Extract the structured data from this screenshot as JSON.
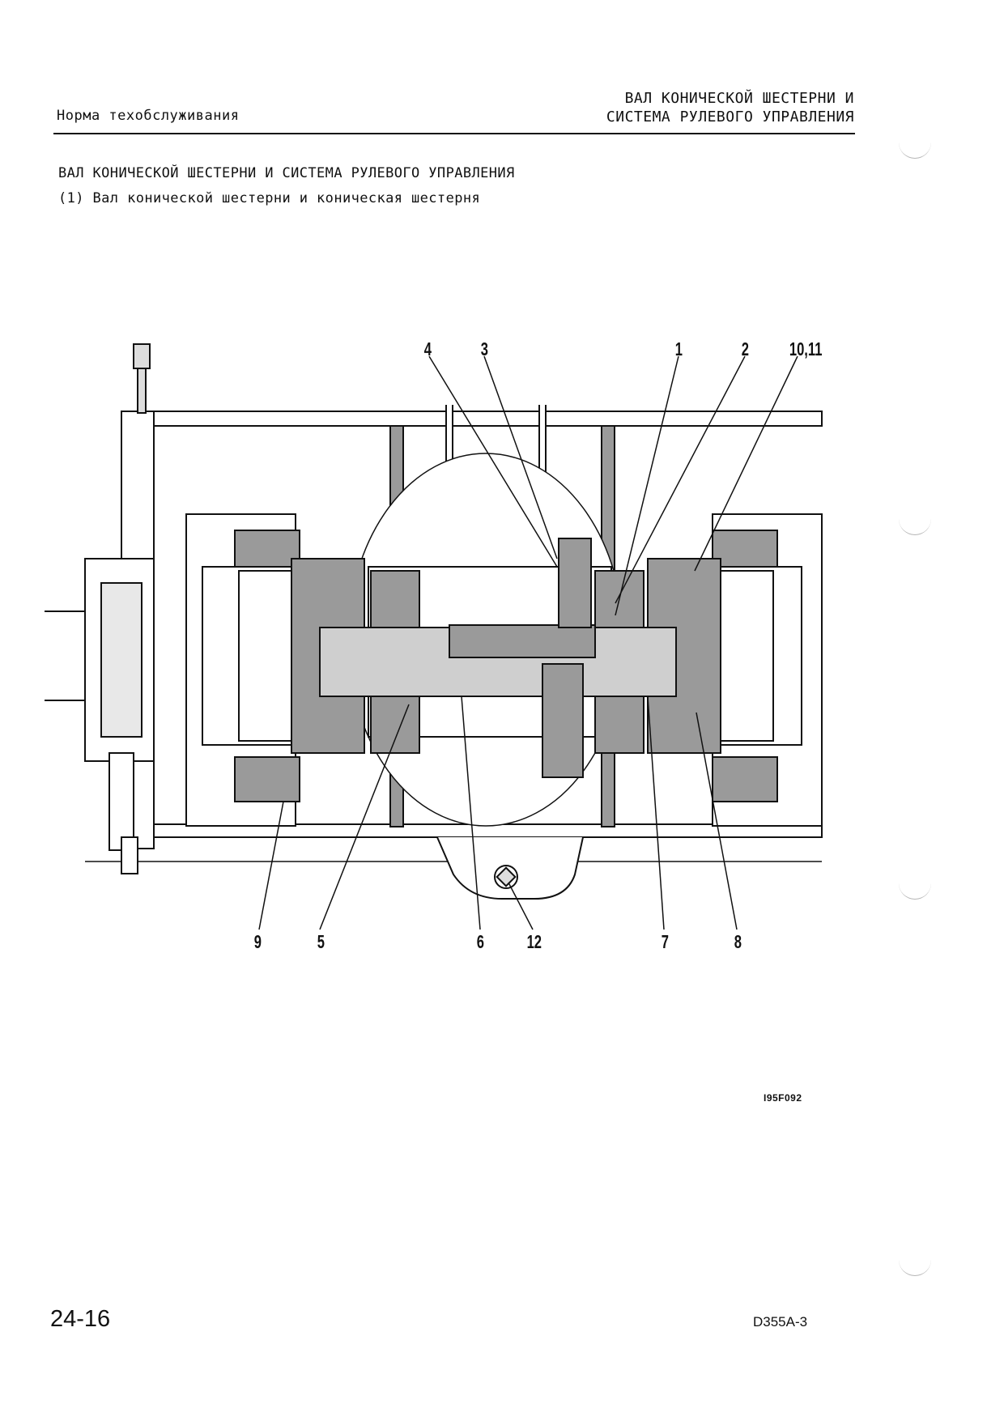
{
  "header": {
    "left": "Норма техобслуживания",
    "right_line1": "ВАЛ КОНИЧЕСКОЙ ШЕСТЕРНИ И",
    "right_line2": "СИСТЕМА РУЛЕВОГО УПРАВЛЕНИЯ"
  },
  "section": {
    "title": "ВАЛ КОНИЧЕСКОЙ ШЕСТЕРНИ И СИСТЕМА РУЛЕВОГО УПРАВЛЕНИЯ",
    "subtitle": "(1) Вал конической шестерни и коническая шестерня"
  },
  "figure": {
    "callouts_top": [
      "4",
      "3",
      "1",
      "2",
      "10,11"
    ],
    "callouts_bottom": [
      "9",
      "5",
      "6",
      "12",
      "7",
      "8"
    ],
    "code": "I95F092"
  },
  "footer": {
    "page_number": "24-16",
    "model": "D355A-3"
  },
  "colors": {
    "ink": "#111111",
    "section_fill": "#9a9a9a",
    "light_fill": "#cfcfcf",
    "punch_hole": "#b5b5b5"
  }
}
